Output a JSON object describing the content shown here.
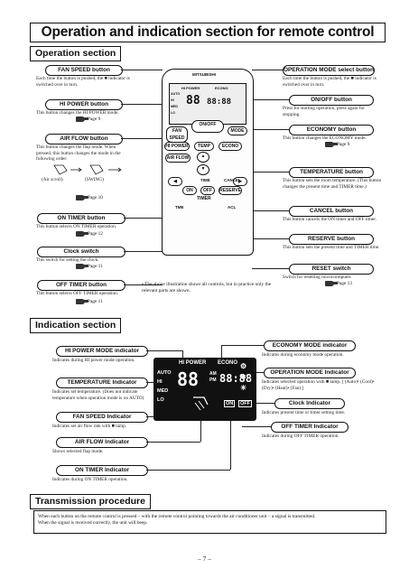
{
  "page_title": "Operation and indication section for remote control",
  "operation_section": {
    "heading": "Operation section",
    "left": [
      {
        "label": "FAN SPEED button",
        "desc": "Each time the button is pushed, the ■ indicator is switched over in turn.",
        "ref": ""
      },
      {
        "label": "HI POWER button",
        "desc": "This button changes the HI POWER mode.",
        "ref": "Page 9"
      },
      {
        "label": "AIR FLOW button",
        "desc": "This button changes the flap mode. When pressed, this button changes the mode in the following order:",
        "ref": "Page 10",
        "seq": [
          "(Air scroll)",
          "(SWING)"
        ]
      },
      {
        "label": "ON TIMER button",
        "desc": "This button selects ON TIMER operation.",
        "ref": "Page 12"
      },
      {
        "label": "Clock switch",
        "desc": "This switch for setting the clock.",
        "ref": "Page 11"
      },
      {
        "label": "OFF TIMER button",
        "desc": "This button selects OFF TIMER operation.",
        "ref": "Page 11"
      }
    ],
    "right": [
      {
        "label": "OPERATION MODE select button",
        "desc": "Each time the button is pushed, the ■ indicator is switched over in turn.",
        "ref": ""
      },
      {
        "label": "ON/OFF button",
        "desc": "Press for starting operation, press again for stopping.",
        "ref": ""
      },
      {
        "label": "ECONOMY button",
        "desc": "This button changes the ECONOMY mode.",
        "ref": "Page 9"
      },
      {
        "label": "TEMPERATURE button",
        "desc": "This button sets the room temperature. (This button changes the present time and TIMER time.)",
        "ref": ""
      },
      {
        "label": "CANCEL button",
        "desc": "This button cancels the ON timer and OFF timer.",
        "ref": ""
      },
      {
        "label": "RESERVE button",
        "desc": "This button sets the present time and TIMER time.",
        "ref": ""
      },
      {
        "label": "RESET switch",
        "desc": "Switch for resetting microcomputer.",
        "ref": "Page 13"
      }
    ],
    "note": "• The above illustration shows all controls, but in practice only the relevant parts are shown."
  },
  "remote": {
    "brand": "MITSUBISHI",
    "lcd_hi_power": "HI POWER",
    "lcd_econo": "ECONO",
    "lcd_modes": [
      "AUTO",
      "HI",
      "MED",
      "LO"
    ],
    "btn_fan_speed": "FAN SPEED",
    "btn_on_off": "ON/OFF",
    "btn_mode": "MODE",
    "btn_hi_power": "HI POWER",
    "btn_temp": "TEMP",
    "btn_econo": "ECONO",
    "btn_air_flow": "AIR FLOW",
    "btn_time": "TIME",
    "btn_cancel": "CANCEL",
    "btn_on": "ON",
    "btn_off": "OFF",
    "btn_reserve": "RESERVE",
    "timer_label": "TIMER",
    "tme": "TME",
    "acl": "ACL"
  },
  "indication_section": {
    "heading": "Indication section",
    "left": [
      {
        "label": "HI POWER MODE indicator",
        "desc": "Indicates during HI power mode operation."
      },
      {
        "label": "TEMPERATURE Indicator",
        "desc": "Indicates set temperature. (Does not indicate temperature when operation mode is on AUTO)"
      },
      {
        "label": "FAN SPEED Indicator",
        "desc": "Indicates set air flow rate with ■ lamp."
      },
      {
        "label": "AIR FLOW Indicator",
        "desc": "Shows selected flap mode."
      },
      {
        "label": "ON TIMER Indicator",
        "desc": "Indicates during ON TIMER operation."
      }
    ],
    "right": [
      {
        "label": "ECONOMY MODE indicator",
        "desc": "Indicates during economy mode operation."
      },
      {
        "label": "OPERATION MODE Indicator",
        "desc": "Indicates selected operation with ■ lamp. [ (Auto)• (Cool)• (Dry)• (Heat)• (Fan) ]"
      },
      {
        "label": "Clock Indicator",
        "desc": "Indicates present time or timer setting time."
      },
      {
        "label": "OFF TIMER Indicator",
        "desc": "Indicates during OFF TIMER operation."
      }
    ]
  },
  "lcd": {
    "hi_power": "HI POWER",
    "econo": "ECONO",
    "modes": [
      "AUTO",
      "HI",
      "MED",
      "LO"
    ],
    "temp": "88",
    "clock": "88:88",
    "am": "AM",
    "pm": "PM",
    "on": "ON",
    "off": "OFF"
  },
  "transmission": {
    "heading": "Transmission procedure",
    "text1": "When each button on the remote control is pressed – with the remote control pointing towards the air conditioner unit – a signal is transmitted.",
    "text2": "When the signal is received correctly, the unit will beep."
  },
  "page_number": "– 7 –"
}
